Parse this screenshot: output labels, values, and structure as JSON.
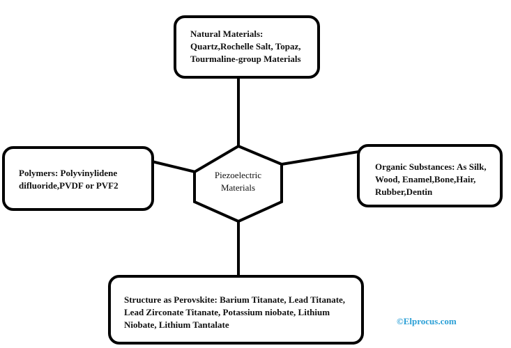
{
  "center": {
    "line1": "Piezoelectric",
    "line2": "Materials"
  },
  "natural": {
    "lines": [
      "Natural Materials:",
      "Quartz,Rochelle Salt, Topaz,",
      "Tourmaline-group Materials"
    ]
  },
  "polymers": {
    "lines": [
      "Polymers:  Polyvinylidene",
      "difluoride,PVDF or PVF2"
    ]
  },
  "organic": {
    "lines": [
      "Organic Substances: As Silk,",
      "Wood, Enamel,Bone,Hair,",
      "Rubber,Dentin"
    ]
  },
  "perovskite": {
    "lines": [
      "Structure as Perovskite: Barium Titanate, Lead Titanate,",
      "Lead Zirconate Titanate, Potassium niobate, Lithium",
      "Niobate, Lithium Tantalate"
    ]
  },
  "copyright": "©Elprocus.com",
  "colors": {
    "copyright": "#2a9fd6"
  }
}
